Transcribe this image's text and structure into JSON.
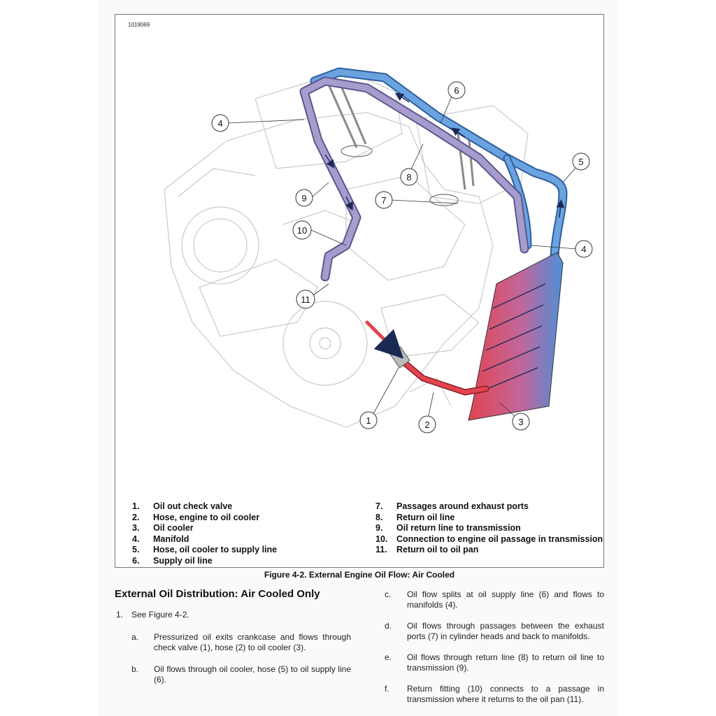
{
  "figure": {
    "id": "1019069",
    "caption": "Figure 4-2. External Engine Oil Flow: Air Cooled",
    "callouts": [
      "1",
      "2",
      "3",
      "4",
      "5",
      "6",
      "7",
      "8",
      "9",
      "10",
      "11"
    ]
  },
  "legend": {
    "left": [
      {
        "num": "1.",
        "label": "Oil out check valve"
      },
      {
        "num": "2.",
        "label": "Hose, engine to oil cooler"
      },
      {
        "num": "3.",
        "label": "Oil cooler"
      },
      {
        "num": "4.",
        "label": "Manifold"
      },
      {
        "num": "5.",
        "label": "Hose, oil cooler to supply line"
      },
      {
        "num": "6.",
        "label": "Supply oil line"
      }
    ],
    "right": [
      {
        "num": "7.",
        "label": "Passages around exhaust ports"
      },
      {
        "num": "8.",
        "label": "Return oil line"
      },
      {
        "num": "9.",
        "label": "Oil return line to transmission"
      },
      {
        "num": "10.",
        "label": "Connection to engine oil passage in transmission"
      },
      {
        "num": "11.",
        "label": "Return oil to oil pan"
      }
    ]
  },
  "section": {
    "title": "External Oil Distribution: Air Cooled Only",
    "step1_num": "1.",
    "step1_text": "See Figure 4-2.",
    "a_marker": "a.",
    "a_text": "Pressurized oil exits crankcase and flows through check valve (1), hose (2) to oil cooler (3).",
    "b_marker": "b.",
    "b_text": "Oil flows through oil cooler, hose (5) to oil supply line (6).",
    "c_marker": "c.",
    "c_text": "Oil flow splits at oil supply line (6) and flows to manifolds (4).",
    "d_marker": "d.",
    "d_text": "Oil flows through passages between the exhaust ports (7) in cylinder heads and back to manifolds.",
    "e_marker": "e.",
    "e_text": "Oil flows through return line (8) to return oil line to transmission (9).",
    "f_marker": "f.",
    "f_text": "Return fitting (10) connects to a passage in transmission where it returns to the oil pan (11)."
  },
  "colors": {
    "hot_oil": "#e2444f",
    "cool_oil": "#4f8fd6",
    "return_oil": "#8f86b8",
    "engine_line": "#c8c8c8"
  }
}
